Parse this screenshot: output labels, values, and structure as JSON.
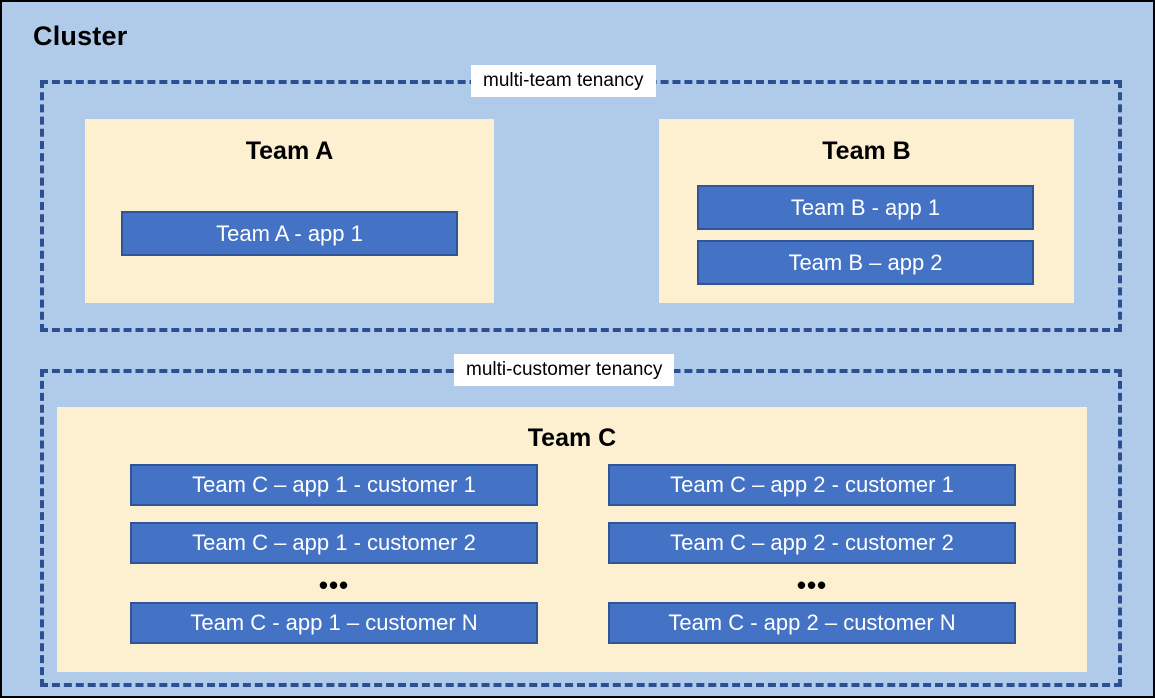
{
  "diagram": {
    "title": "Cluster",
    "background_color": "#b0cbea",
    "frame_color": "#2c4f92",
    "team_box_color": "#fdf0d0",
    "app_color": "#4472c4",
    "app_border_color": "#2f5597",
    "label_background": "#ffffff"
  },
  "tenancies": [
    {
      "id": "multi-team",
      "label": "multi-team tenancy"
    },
    {
      "id": "multi-customer",
      "label": "multi-customer tenancy"
    }
  ],
  "teams": {
    "team_a": {
      "title": "Team A",
      "apps": [
        {
          "label": "Team A - app 1"
        }
      ]
    },
    "team_b": {
      "title": "Team B",
      "apps": [
        {
          "label": "Team B - app 1"
        },
        {
          "label": "Team B – app 2"
        }
      ]
    },
    "team_c": {
      "title": "Team C",
      "ellipsis": "•••",
      "columns": [
        {
          "id": "app-1",
          "items": [
            {
              "label": "Team C – app 1 - customer 1"
            },
            {
              "label": "Team C – app 1 - customer 2"
            },
            {
              "label": "Team C - app 1 – customer N"
            }
          ]
        },
        {
          "id": "app-2",
          "items": [
            {
              "label": "Team C – app 2 - customer 1"
            },
            {
              "label": "Team C – app 2 - customer 2"
            },
            {
              "label": "Team C - app 2 – customer N"
            }
          ]
        }
      ]
    }
  }
}
